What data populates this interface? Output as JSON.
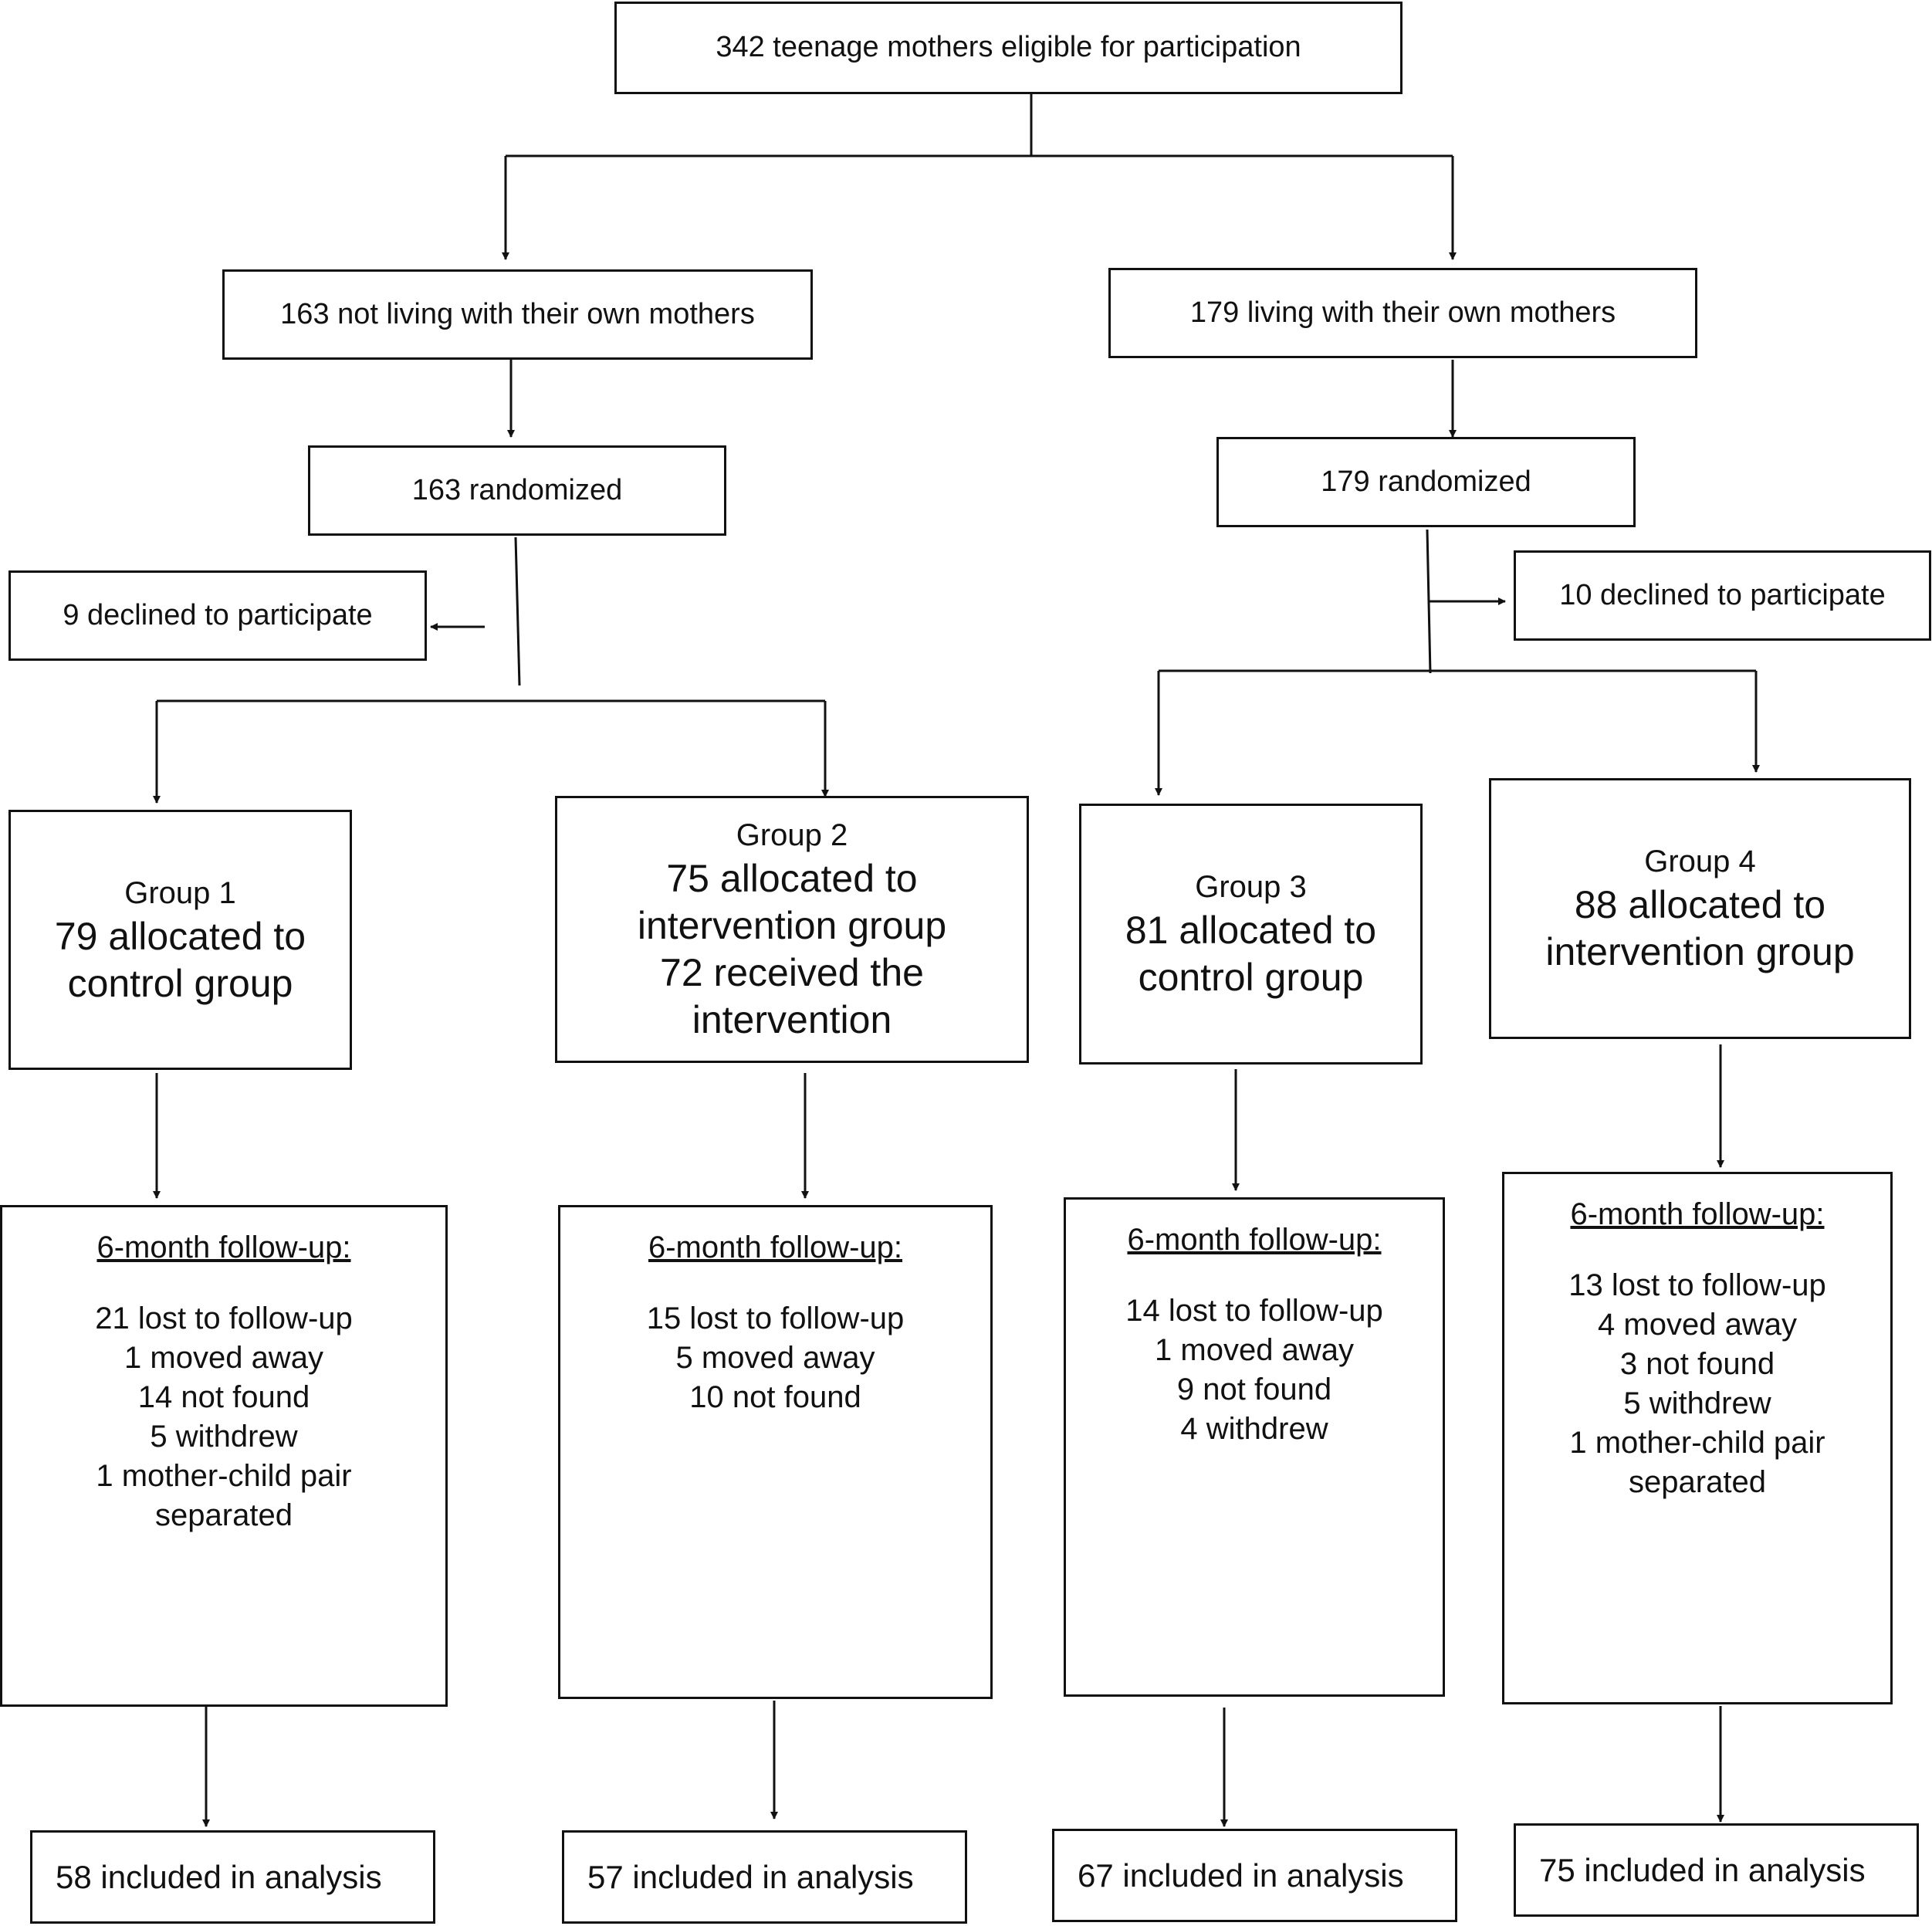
{
  "top": {
    "eligible": "342 teenage mothers eligible for participation"
  },
  "strata": {
    "left": {
      "label": "163 not living with their own mothers",
      "randomized": "163 randomized",
      "declined": "9 declined to participate"
    },
    "right": {
      "label": "179 living with their own mothers",
      "randomized": "179 randomized",
      "declined": "10 declined to participate"
    }
  },
  "groups": [
    {
      "title": "Group 1",
      "lines": [
        "79 allocated to",
        "control group"
      ],
      "followup_title": "6-month follow-up:",
      "followup": [
        "21 lost to follow-up",
        "1 moved away",
        "14 not found",
        "5 withdrew",
        "1 mother-child pair",
        "separated"
      ],
      "included": "58 included in analysis"
    },
    {
      "title": "Group 2",
      "lines": [
        "75 allocated to",
        "intervention group",
        "72 received the",
        "intervention"
      ],
      "followup_title": "6-month follow-up:",
      "followup": [
        "15 lost to follow-up",
        "5 moved away",
        "10 not found"
      ],
      "included": "57 included in analysis"
    },
    {
      "title": "Group 3",
      "lines": [
        "81 allocated to",
        "control group"
      ],
      "followup_title": "6-month follow-up:",
      "followup": [
        "14 lost to follow-up",
        "1 moved away",
        "9 not found",
        "4 withdrew"
      ],
      "included": "67 included in analysis"
    },
    {
      "title": "Group 4",
      "lines": [
        "88 allocated to",
        "intervention group"
      ],
      "followup_title": "6-month follow-up:",
      "followup": [
        "13 lost to follow-up",
        "4 moved away",
        "3 not found",
        "5 withdrew",
        "1 mother-child pair",
        "separated"
      ],
      "included": "75 included in analysis"
    }
  ]
}
